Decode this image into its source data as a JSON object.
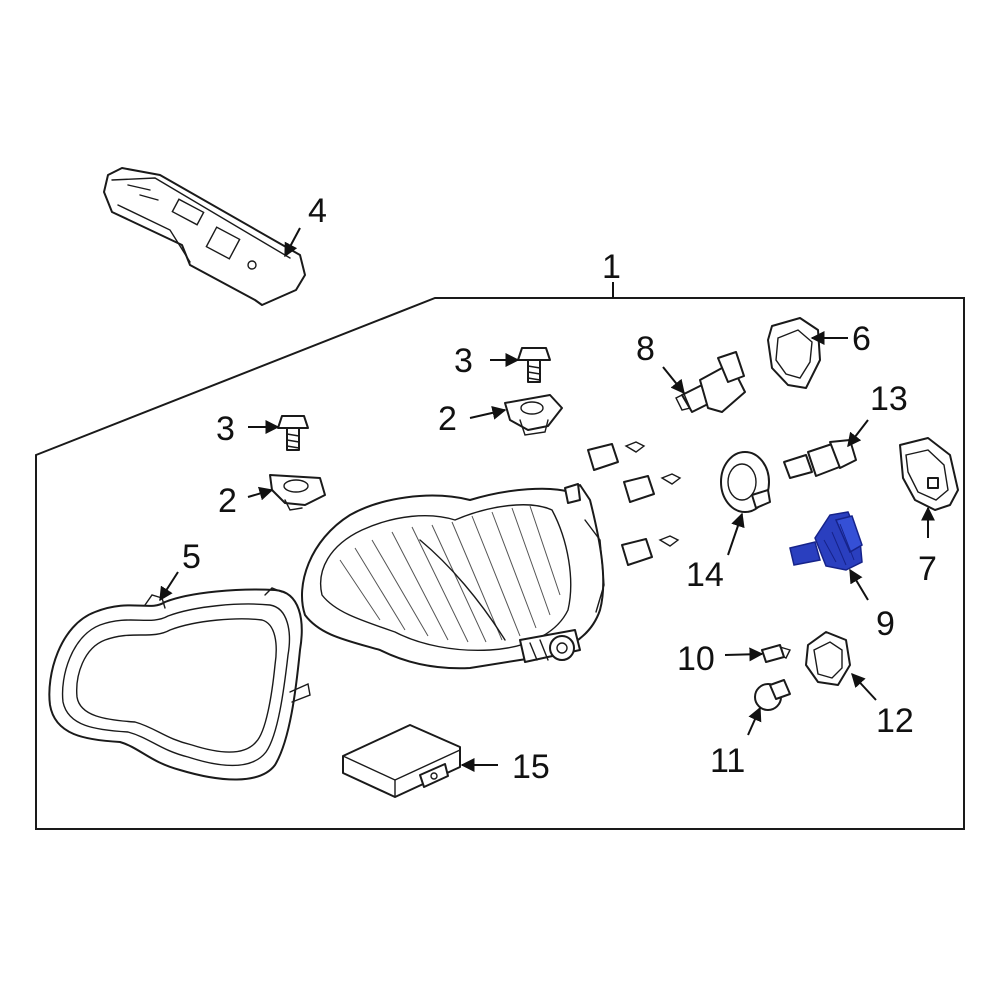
{
  "callouts": {
    "c1": "1",
    "c2a": "2",
    "c2b": "2",
    "c3a": "3",
    "c3b": "3",
    "c4": "4",
    "c5": "5",
    "c6": "6",
    "c7": "7",
    "c8": "8",
    "c9": "9",
    "c10": "10",
    "c11": "11",
    "c12": "12",
    "c13": "13",
    "c14": "14",
    "c15": "15"
  },
  "colors": {
    "highlight": "#2a3fbf",
    "highlight_dark": "#16238a",
    "line": "#1a1a1a"
  }
}
